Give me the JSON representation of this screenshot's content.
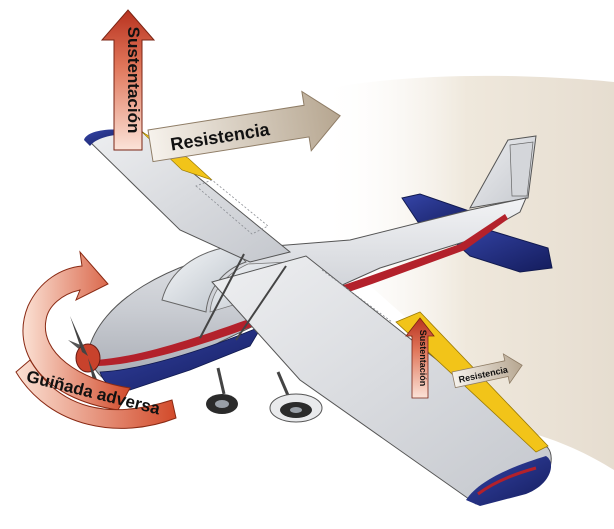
{
  "labels": {
    "lift_big": "Sustentación",
    "drag_big": "Resistencia",
    "lift_small": "Sustentación",
    "drag_small": "Resistencia",
    "yaw": "Guiñada adversa"
  },
  "colors": {
    "lift_arrow": "#c8422c",
    "drag_arrow": "#c7b9a6",
    "yaw_arrow": "#d9542e",
    "fuselage": "#d5d7db",
    "stripe_red": "#b3212b",
    "navy": "#1f2a7a",
    "aileron_yellow": "#f2c419",
    "airflow_shade": "#efe9df"
  },
  "icons": {
    "lift_big": "arrow-up-icon",
    "drag_big": "arrow-right-icon",
    "yaw": "curved-arrow-icon"
  }
}
